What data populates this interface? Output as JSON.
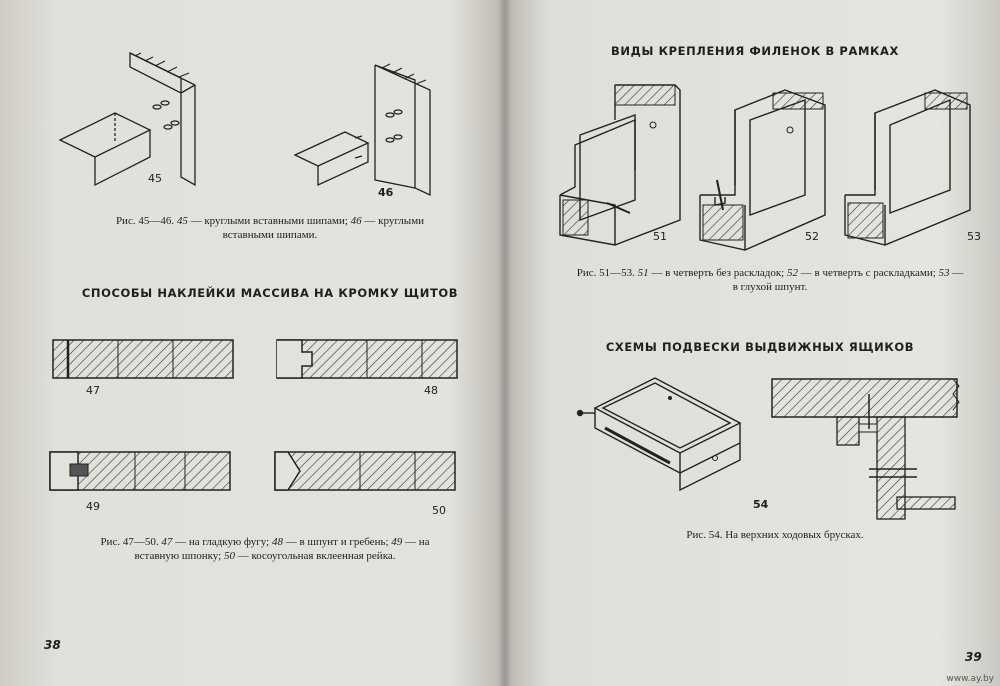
{
  "left_page": {
    "fig45_46": {
      "label_45": "45",
      "label_46": "46",
      "caption_parts": [
        "Рис. 45—46. ",
        "45",
        " — круглыми вставными шипами; ",
        "46",
        " — круглыми вставными шипами."
      ]
    },
    "heading": "СПОСОБЫ НАКЛЕЙКИ МАССИВА НА КРОМКУ ЩИТОВ",
    "fig47_50": {
      "label_47": "47",
      "label_48": "48",
      "label_49": "49",
      "label_50": "50",
      "caption_parts": [
        "Рис. 47—50. ",
        "47",
        " — на гладкую фугу; ",
        "48",
        " — в шпунт и гребень; ",
        "49",
        " — на вставную шпонку; ",
        "50",
        " — косоугольная вклеенная рейка."
      ]
    },
    "page_number": "38"
  },
  "right_page": {
    "heading_top": "ВИДЫ КРЕПЛЕНИЯ ФИЛЕНОК В РАМКАХ",
    "fig51_53": {
      "label_51": "51",
      "label_52": "52",
      "label_53": "53",
      "caption_parts": [
        "Рис. 51—53. ",
        "51",
        " — в четверть без раскладок; ",
        "52",
        " — в четверть с раскладками; ",
        "53",
        " — в глухой шпунт."
      ]
    },
    "heading_bottom": "СХЕМЫ ПОДВЕСКИ ВЫДВИЖНЫХ ЯЩИКОВ",
    "fig54": {
      "label_54": "54",
      "caption": "Рис. 54. На верхних ходовых брусках."
    },
    "page_number": "39"
  },
  "watermark": "www.ay.by"
}
